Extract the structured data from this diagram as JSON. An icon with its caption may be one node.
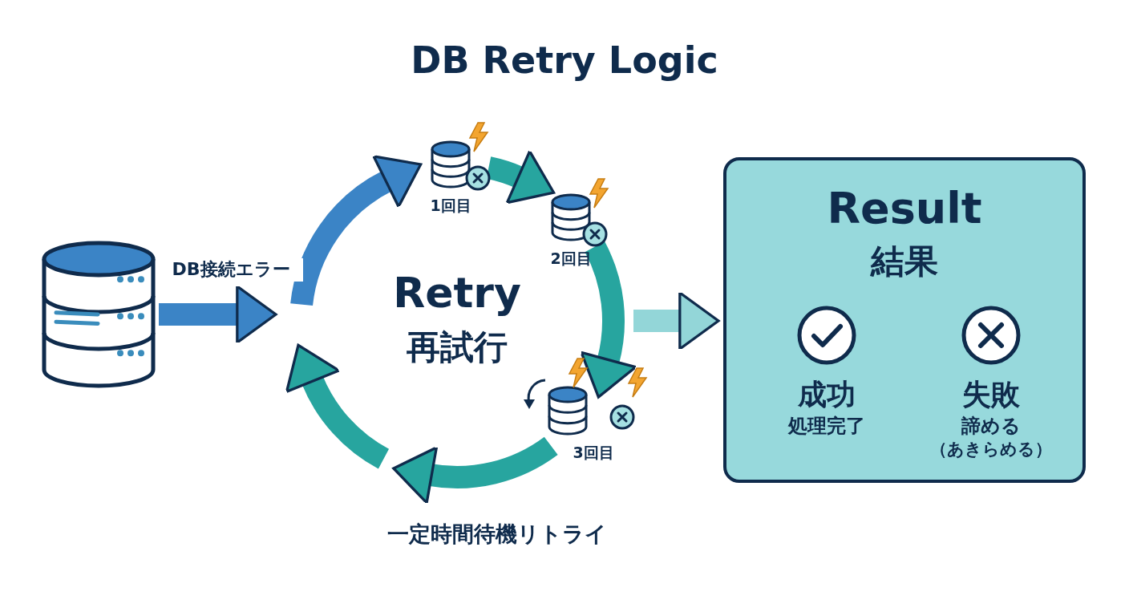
{
  "diagram": {
    "title": "DB Retry Logic",
    "nodes": [
      {
        "text": [],
        "shape": "cylinder"
      },
      {
        "text": [],
        "shape": "cylinder",
        "beside": [
          "1回目"
        ]
      },
      {
        "text": [],
        "shape": "cylinder",
        "beside": [
          "2回目"
        ]
      },
      {
        "text": [],
        "shape": "cylinder",
        "beside": [
          "3回目"
        ]
      },
      {
        "text": [
          "Result",
          "結果"
        ]
      },
      {
        "text": [
          "成功",
          "処理完了"
        ],
        "in": 4
      },
      {
        "text": [
          "失敗",
          "諦める",
          "（あきらめる）"
        ],
        "in": 4
      }
    ],
    "edges": [
      {
        "from": 0,
        "to": null,
        "arrow": "to",
        "label": "DB接続エラー",
        "color": "#3b84c6"
      },
      {
        "from": null,
        "to": 1,
        "arrow": "to",
        "color": "#3b84c6"
      },
      {
        "from": 1,
        "to": 2,
        "arrow": "to"
      },
      {
        "from": 2,
        "to": 3,
        "arrow": "to"
      },
      {
        "from": 3,
        "to": null,
        "arrow": "to",
        "label": "一定時間待機リトライ"
      },
      {
        "from": null,
        "to": 4,
        "arrow": "to",
        "color": "#93d6d8"
      }
    ],
    "labels": [
      "Retry",
      "再試行"
    ]
  }
}
